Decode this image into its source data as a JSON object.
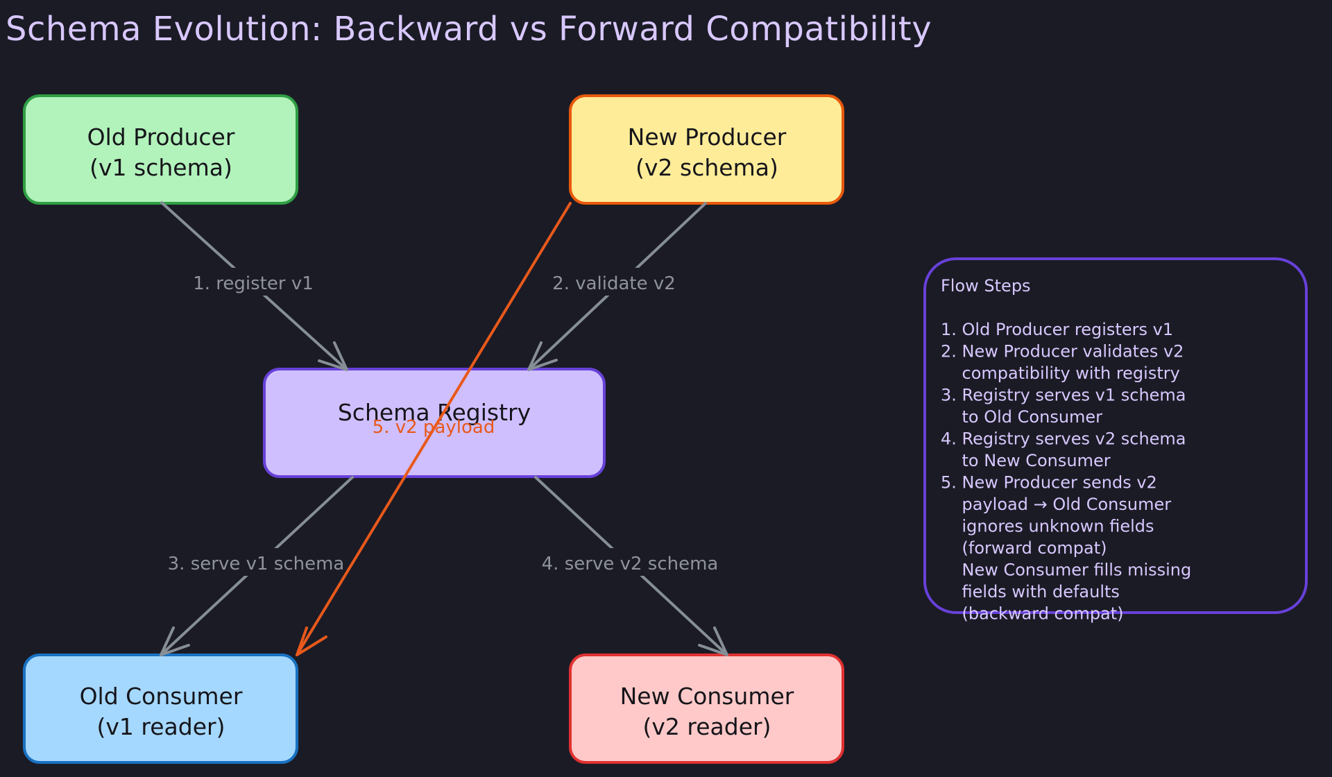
{
  "title": "Schema Evolution: Backward vs Forward Compatibility",
  "nodes": {
    "old_producer": {
      "lines": [
        "Old Producer",
        "(v1 schema)"
      ],
      "fill": "#b2f2bb",
      "stroke": "#2f9e44"
    },
    "new_producer": {
      "lines": [
        "New Producer",
        "(v2 schema)"
      ],
      "fill": "#ffec99",
      "stroke": "#e8590c"
    },
    "schema_registry": {
      "lines": [
        "Schema Registry"
      ],
      "fill": "#d0bfff",
      "stroke": "#6741d9"
    },
    "old_consumer": {
      "lines": [
        "Old Consumer",
        "(v1 reader)"
      ],
      "fill": "#a5d8ff",
      "stroke": "#1971c2"
    },
    "new_consumer": {
      "lines": [
        "New Consumer",
        "(v2 reader)"
      ],
      "fill": "#ffc9c9",
      "stroke": "#e03131"
    }
  },
  "edges": [
    {
      "id": "register",
      "label": "1. register v1",
      "color": "#868e96"
    },
    {
      "id": "validate",
      "label": "2. validate v2",
      "color": "#868e96"
    },
    {
      "id": "serve_v1",
      "label": "3. serve v1 schema",
      "color": "#868e96"
    },
    {
      "id": "serve_v2",
      "label": "4. serve v2 schema",
      "color": "#868e96"
    },
    {
      "id": "payload",
      "label": "5. v2 payload",
      "color": "#e8591b"
    }
  ],
  "notes": {
    "stroke": "#6741d9",
    "lines": [
      "Flow Steps",
      "",
      "1. Old Producer registers v1",
      "2. New Producer validates v2",
      "    compatibility with registry",
      "3. Registry serves v1 schema",
      "    to Old Consumer",
      "4. Registry serves v2 schema",
      "    to New Consumer",
      "5. New Producer sends v2",
      "    payload → Old Consumer",
      "    ignores unknown fields",
      "    (forward compat)",
      "    New Consumer fills missing",
      "    fields with defaults",
      "    (backward compat)"
    ]
  }
}
